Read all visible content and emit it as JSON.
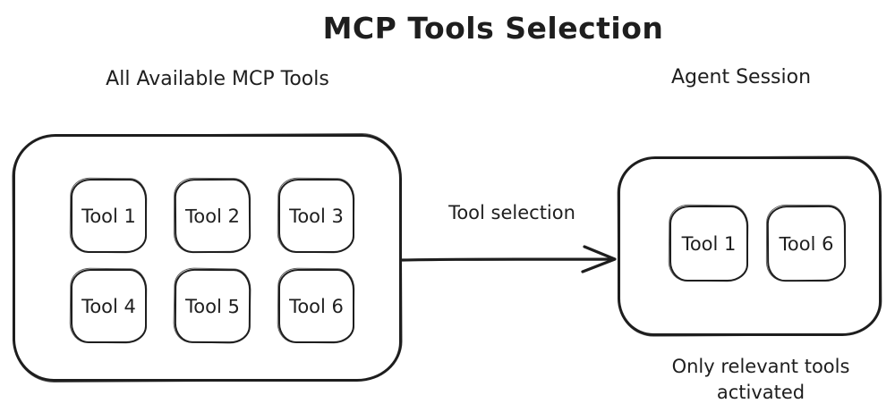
{
  "title": "MCP Tools Selection",
  "colors": {
    "stroke": "#1e1e1e",
    "background": "#ffffff"
  },
  "left_group": {
    "label": "All Available MCP Tools",
    "tools": [
      "Tool 1",
      "Tool 2",
      "Tool 3",
      "Tool 4",
      "Tool 5",
      "Tool 6"
    ]
  },
  "arrow": {
    "label": "Tool selection"
  },
  "right_group": {
    "label": "Agent Session",
    "tools": [
      "Tool 1",
      "Tool 6"
    ],
    "caption": [
      "Only relevant tools",
      "activated"
    ]
  }
}
